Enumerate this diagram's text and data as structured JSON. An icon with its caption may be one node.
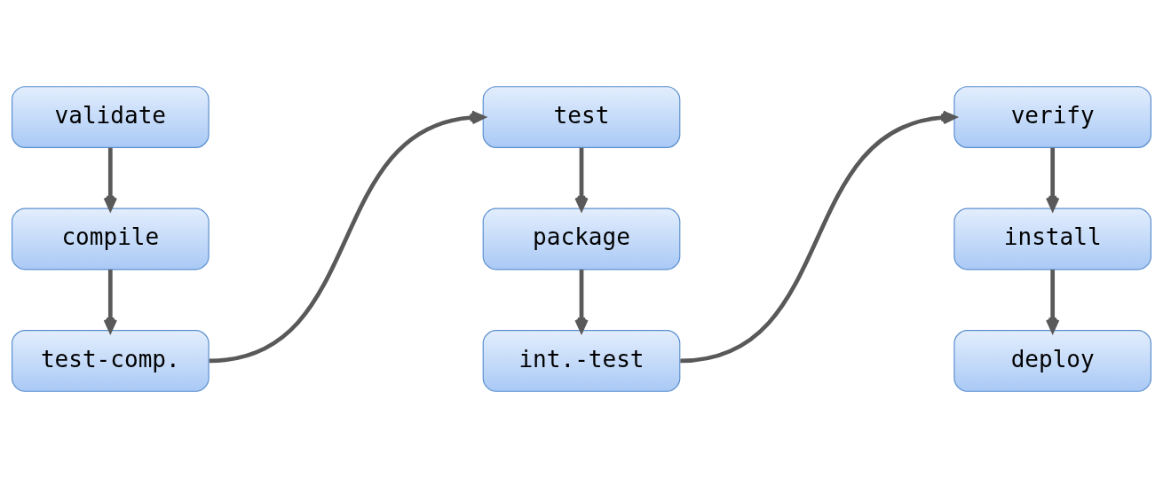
{
  "diagram": {
    "nodes": [
      {
        "text": [
          "validate"
        ]
      },
      {
        "text": [
          "compile"
        ]
      },
      {
        "text": [
          "test-comp."
        ]
      },
      {
        "text": [
          "test"
        ]
      },
      {
        "text": [
          "package"
        ]
      },
      {
        "text": [
          "int.-test"
        ]
      },
      {
        "text": [
          "verify"
        ]
      },
      {
        "text": [
          "install"
        ]
      },
      {
        "text": [
          "deploy"
        ]
      }
    ],
    "edges": [
      {
        "from": 0,
        "to": 1,
        "arrow": "to"
      },
      {
        "from": 1,
        "to": 2,
        "arrow": "to"
      },
      {
        "from": 2,
        "to": 3,
        "arrow": "to"
      },
      {
        "from": 3,
        "to": 4,
        "arrow": "to"
      },
      {
        "from": 4,
        "to": 5,
        "arrow": "to"
      },
      {
        "from": 5,
        "to": 6,
        "arrow": "to"
      },
      {
        "from": 6,
        "to": 7,
        "arrow": "to"
      },
      {
        "from": 7,
        "to": 8,
        "arrow": "to"
      }
    ]
  }
}
